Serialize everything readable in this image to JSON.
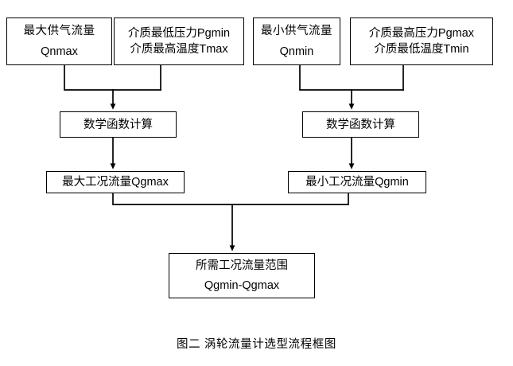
{
  "diagram": {
    "caption": "图二  涡轮流量计选型流程框图",
    "nodes": {
      "qnmax": {
        "line1": "最大供气流量",
        "line2": "Qnmax"
      },
      "pgmin_tmax": {
        "line1": "介质最低压力Pgmin",
        "line2": "介质最高温度Tmax"
      },
      "qnmin": {
        "line1": "最小供气流量",
        "line2": "Qnmin"
      },
      "pgmax_tmin": {
        "line1": "介质最高压力Pgmax",
        "line2": "介质最低温度Tmin"
      },
      "calc_left": {
        "line1": "数学函数计算"
      },
      "calc_right": {
        "line1": "数学函数计算"
      },
      "qgmax": {
        "line1": "最大工况流量Qgmax"
      },
      "qgmin": {
        "line1": "最小工况流量Qgmin"
      },
      "range": {
        "line1": "所需工况流量范围",
        "line2": "Qgmin-Qgmax"
      }
    },
    "colors": {
      "border": "#000000",
      "background": "#ffffff",
      "text": "#000000",
      "connector": "#000000"
    }
  }
}
